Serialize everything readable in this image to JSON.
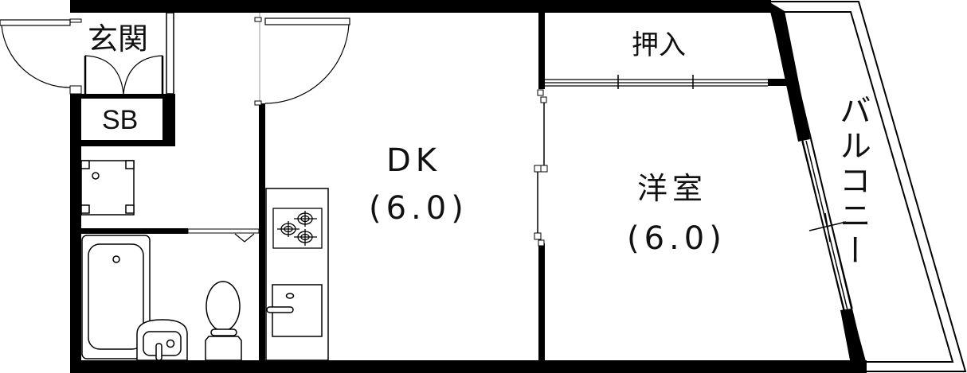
{
  "plan": {
    "colors": {
      "wall": "#000000",
      "line": "#000000",
      "background": "#ffffff"
    },
    "rooms": {
      "genkan": {
        "label": "玄関"
      },
      "shoe_box": {
        "label": "SB"
      },
      "oshiire": {
        "label": "押入"
      },
      "dk": {
        "label": "DK",
        "size": "(6.0)"
      },
      "yoshitsu": {
        "label": "洋室",
        "size": "(6.0)"
      },
      "balcony": {
        "label": "バルコニー"
      }
    },
    "fixtures": [
      "washing-machine-pan",
      "bathtub",
      "washbasin",
      "toilet",
      "kitchen-counter",
      "gas-stove-3-burner",
      "kitchen-sink",
      "sliding-door",
      "entrance-door",
      "closet-sliding-doors",
      "balcony-window"
    ]
  }
}
